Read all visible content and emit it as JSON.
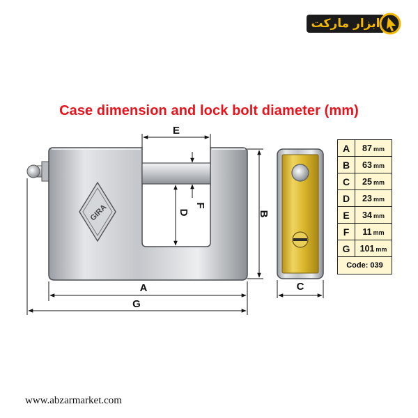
{
  "logo": {
    "text": "ابزار مارکت"
  },
  "title": "Case dimension and lock bolt diameter (mm)",
  "brand_stamp": "GIRA",
  "labels": {
    "A": "A",
    "B": "B",
    "C": "C",
    "D": "D",
    "E": "E",
    "F": "F",
    "G": "G"
  },
  "dimensions": [
    {
      "key": "A",
      "value": "87",
      "unit": "mm"
    },
    {
      "key": "B",
      "value": "63",
      "unit": "mm"
    },
    {
      "key": "C",
      "value": "25",
      "unit": "mm"
    },
    {
      "key": "D",
      "value": "23",
      "unit": "mm"
    },
    {
      "key": "E",
      "value": "34",
      "unit": "mm"
    },
    {
      "key": "F",
      "value": "11",
      "unit": "mm"
    },
    {
      "key": "G",
      "value": "101",
      "unit": "mm"
    }
  ],
  "code": "Code: 039",
  "website": "www.abzarmarket.com",
  "colors": {
    "title": "#e8121b",
    "logo_accent": "#f5b800",
    "table_bg": "#fff7d2",
    "brass": "#d9b72c"
  }
}
